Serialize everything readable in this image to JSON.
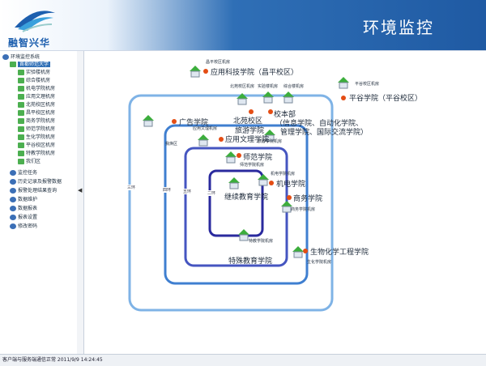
{
  "header": {
    "logo_text": "融智兴华",
    "title": "环境监控"
  },
  "sidebar": {
    "root": "环境监控系统",
    "selected": "首都师范大学",
    "items": [
      "实验楼机房",
      "综合楼机房",
      "机电学院机房",
      "应用文理机房",
      "北苑校区机房",
      "昌平校区机房",
      "商务学院机房",
      "师范学院机房",
      "生化学院机房",
      "平谷校区机房",
      "特教学院机房",
      "我们区"
    ],
    "tools": [
      "监控任务",
      "历史记录及报警数据",
      "报警处理结果查询",
      "数据维护",
      "数据报表",
      "报表设置",
      "修改密码"
    ]
  },
  "status": {
    "text": "客户端与服务端通信正常  2011/9/9 14:24:45"
  },
  "map": {
    "labels": {
      "changping_room": "昌平校区机房",
      "changping": "应用科技学院（昌平校区）",
      "pinggu_room": "平谷校区机房",
      "pinggu": "平谷学院（平谷校区）",
      "beiyuan_room": "北苑校区机房",
      "lab_room": "实验楼机房",
      "zonghe_room": "综合楼机房",
      "benbu": "校本部",
      "benbu_detail1": "（信息学院、自动化学院、",
      "benbu_detail2": "管理学院、国际交流学院）",
      "beiyuan": "北苑校区",
      "lvyou": "旅游学院",
      "lvyou_room": "旅游学院机房",
      "guanggao": "广告学院",
      "wenli_room": "应用文理机房",
      "wenli": "应用文理学院",
      "wohuan": "我焕区",
      "shifan": "师范学院",
      "shifan_room": "师范学院机房",
      "jidian_room": "机电学院机房",
      "jidian": "机电学院",
      "jixu": "继续教育学院",
      "shangwu": "商务学院",
      "shangwu_room": "商务学院机房",
      "tejiao_room": "特教学院机房",
      "shenghua": "生物化学工程学院",
      "shenghua_room": "生化学院机房",
      "tejiao": "特殊教育学院"
    },
    "ring_tags": [
      "三环",
      "四环",
      "五环",
      "二环"
    ]
  }
}
